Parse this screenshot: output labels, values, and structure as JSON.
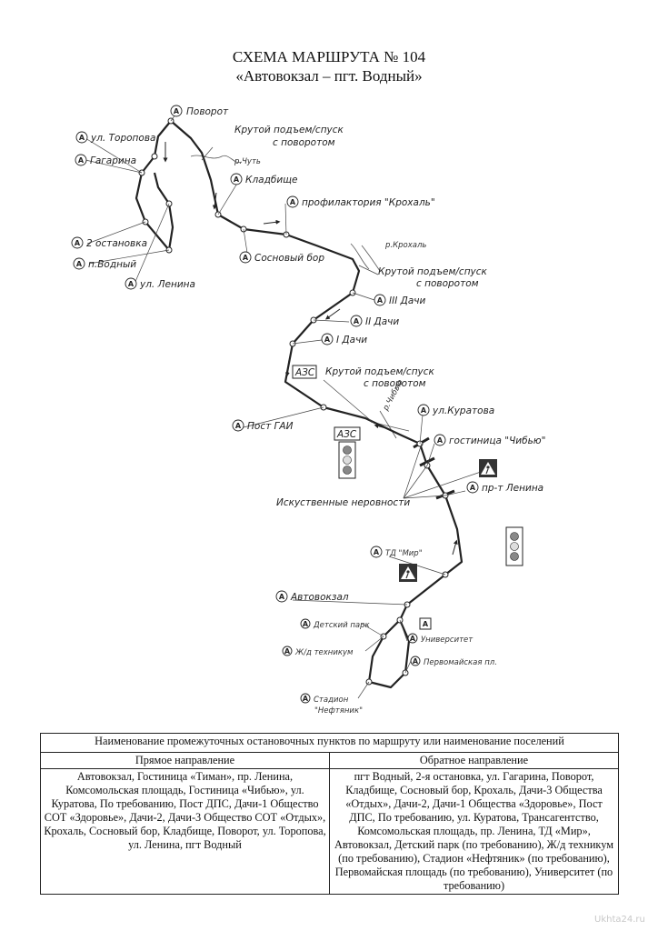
{
  "title": {
    "line1": "СХЕМА МАРШРУТА № 104",
    "line2": "«Автовокзал – пгт. Водный»"
  },
  "badge_letter": "А",
  "stops": {
    "povorot": "Поворот",
    "toropova": "ул. Торопова",
    "gagarina": "Гагарина",
    "kladbische": "Кладбище",
    "prof": "профилактория \"Крохаль\"",
    "ostanovka2": "2 остановка",
    "vodny": "п.Водный",
    "lenina": "ул. Ленина",
    "sosnovy": "Сосновый бор",
    "dachi3": "III Дачи",
    "dachi2": "II Дачи",
    "dachi1": "I Дачи",
    "gai": "Пост ГАИ",
    "kuratova": "ул.Куратова",
    "chibyu": "гостиница \"Чибью\"",
    "pr_lenina": "пр-т Ленина",
    "td_mir": "ТД \"Мир\"",
    "avtovokzal": "Автовокзал",
    "detsky": "Детский парк",
    "universitet": "Университет",
    "zhd": "Ж/д техникум",
    "pervomay": "Первомайская пл.",
    "stadion1": "Стадион",
    "stadion2": "\"Нефтяник\""
  },
  "annotations": {
    "climb1a": "Крутой подъем/спуск",
    "climb1b": "с поворотом",
    "climb2a": "Крутой подъем/спуск",
    "climb2b": "с поворотом",
    "climb3a": "Крутой подъем/спуск",
    "climb3b": "с поворотом",
    "bumps": "Искуственные неровности",
    "azs1": "АЗС",
    "azs2": "АЗС",
    "river1": "р.Чуть",
    "river2": "р.Крохаль",
    "river3": "р.Чибью",
    "a_box": "А"
  },
  "table": {
    "header": "Наименование промежуточных остановочных пунктов по маршруту или наименование поселений",
    "col1": "Прямое направление",
    "col2": "Обратное направление",
    "forward": "Автовокзал, Гостиница «Тиман», пр. Ленина, Комсомольская площадь, Гостиница «Чибью», ул. Куратова, По требованию, Пост ДПС, Дачи-1 Общество СОТ «Здоровье», Дачи-2, Дачи-3 Общество СОТ «Отдых», Крохаль, Сосновый бор, Кладбище, Поворот, ул. Торопова, ул. Ленина, пгт Водный",
    "backward": "пгт Водный, 2-я остановка, ул. Гагарина, Поворот, Кладбище, Сосновый бор, Крохаль, Дачи-3 Общества «Отдых», Дачи-2, Дачи-1 Общества «Здоровье», Пост ДПС, По требованию, ул. Куратова, Трансагентство, Комсомольская площадь, пр. Ленина, ТД «Мир», Автовокзал, Детский парк (по требованию), Ж/д техникум (по требованию), Стадион «Нефтяник» (по требованию), Первомайская площадь (по требованию), Университет (по требованию)"
  },
  "watermark": "Ukhta24.ru",
  "colors": {
    "line": "#222222",
    "sign_bg": "#333333",
    "traffic_light": "#999999"
  }
}
